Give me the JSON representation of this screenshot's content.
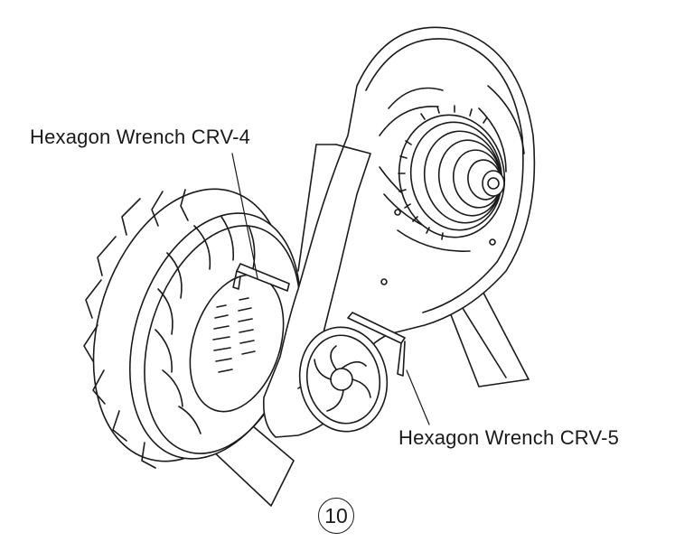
{
  "callouts": {
    "wrench_crv4": "Hexagon Wrench CRV-4",
    "wrench_crv5": "Hexagon Wrench CRV-5"
  },
  "step": {
    "number": "10"
  },
  "colors": {
    "line": "#1a1a1a",
    "background": "#ffffff"
  }
}
